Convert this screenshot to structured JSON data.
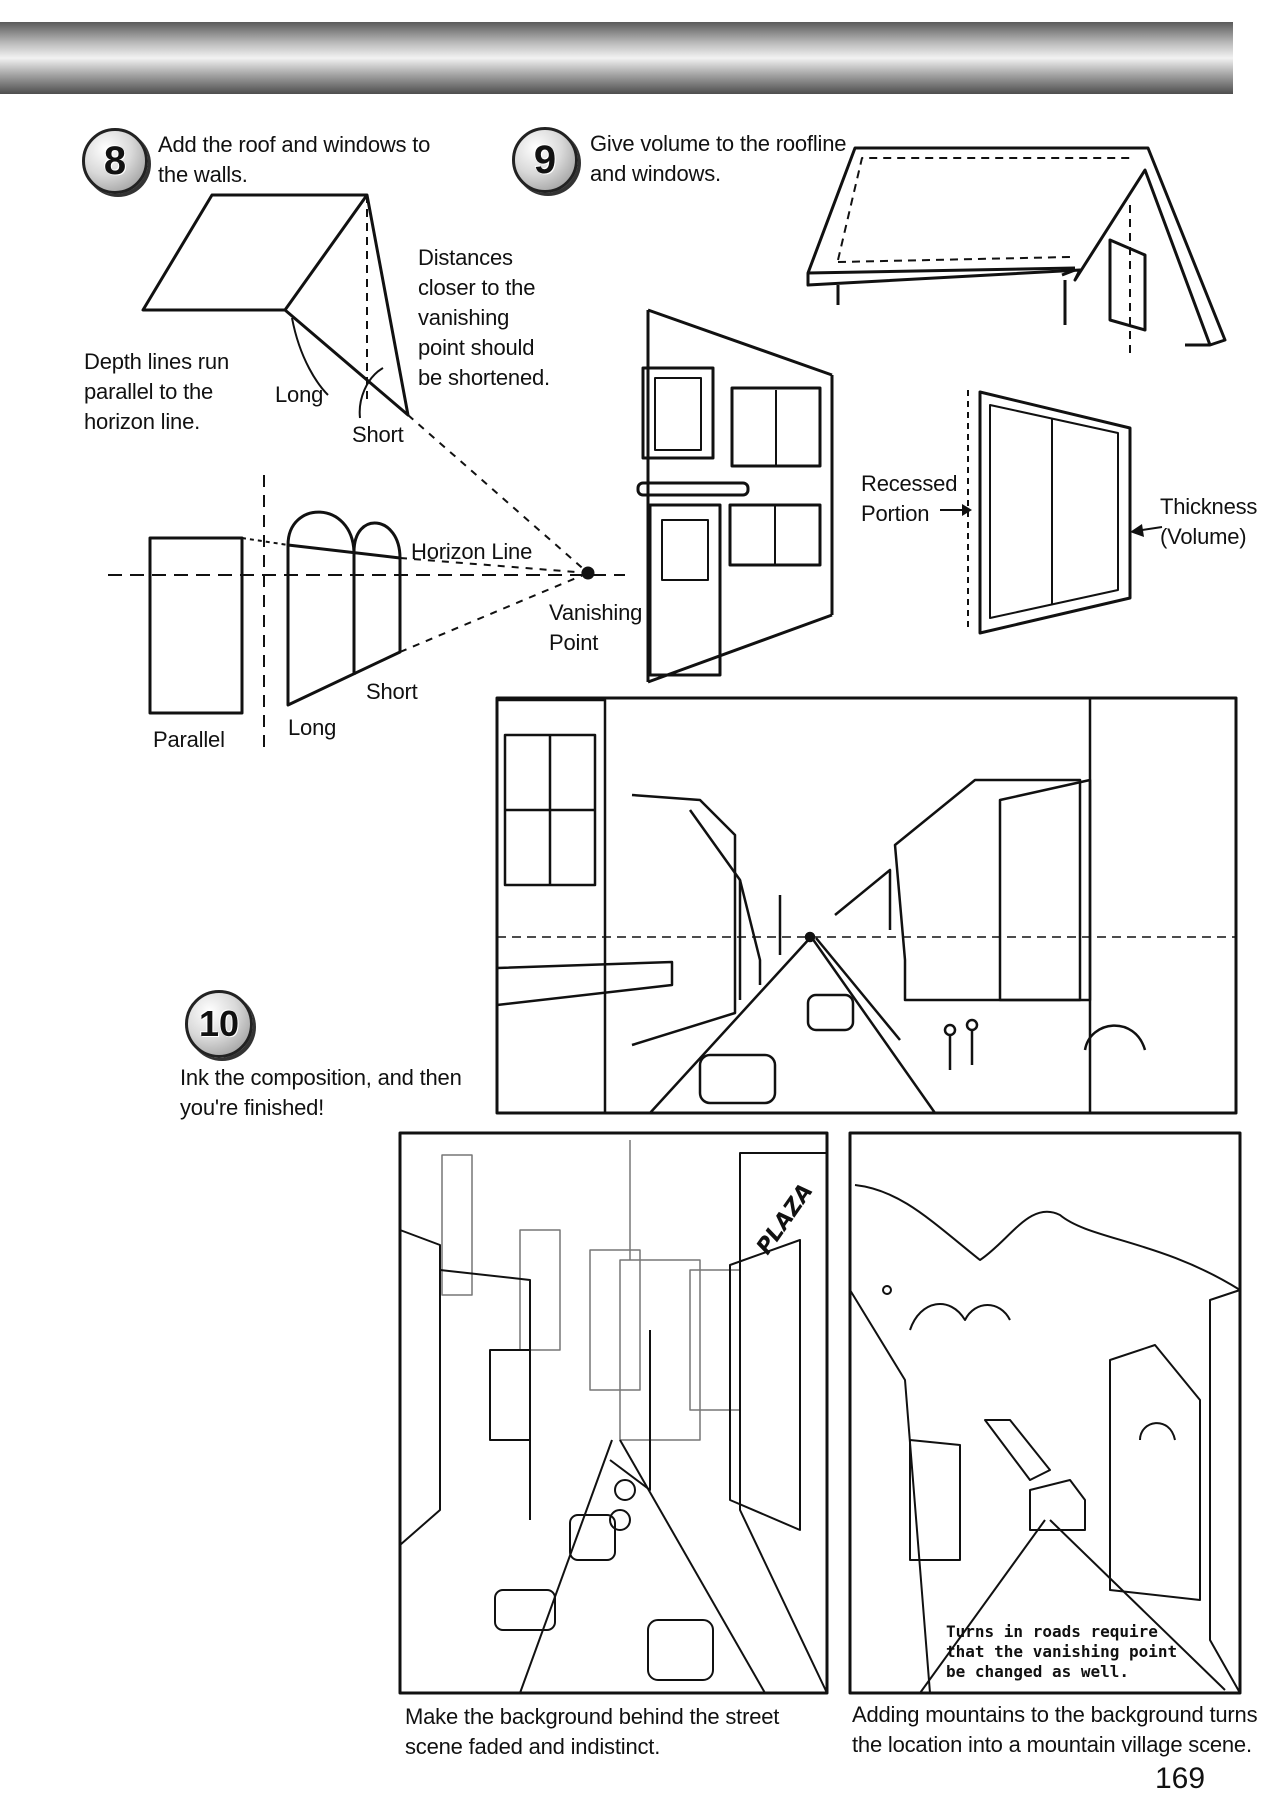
{
  "steps": [
    {
      "number": "8",
      "instruction": "Add the roof and windows to\nthe walls."
    },
    {
      "number": "9",
      "instruction": "Give volume to the roofline\nand windows."
    },
    {
      "number": "10",
      "instruction": "Ink the composition, and then\nyou're finished!"
    }
  ],
  "step8_labels": {
    "distances": "Distances\ncloser to the\nvanishing\npoint should\nbe shortened.",
    "depth_lines": "Depth lines run\nparallel to the\nhorizon line.",
    "long_top": "Long",
    "short_top": "Short",
    "horizon_line": "Horizon Line",
    "vanishing_point": "Vanishing\nPoint",
    "short_bottom": "Short",
    "long_bottom": "Long",
    "parallel": "Parallel"
  },
  "step9_labels": {
    "recessed_portion": "Recessed\nPortion",
    "thickness": "Thickness\n(Volume)"
  },
  "captions": {
    "street_scene": "Make the background behind the street\nscene faded and indistinct.",
    "mountain_scene": "Adding mountains to the background turns\nthe location into a mountain village scene.",
    "road_turns": "Turns in roads require\nthat the vanishing point\nbe changed as well.",
    "plaza_sign": "PLAZA"
  },
  "page_number": "169",
  "icons": [
    "step-8-badge",
    "step-9-badge",
    "step-10-badge",
    "arrow-right-icon",
    "arrow-left-icon"
  ]
}
